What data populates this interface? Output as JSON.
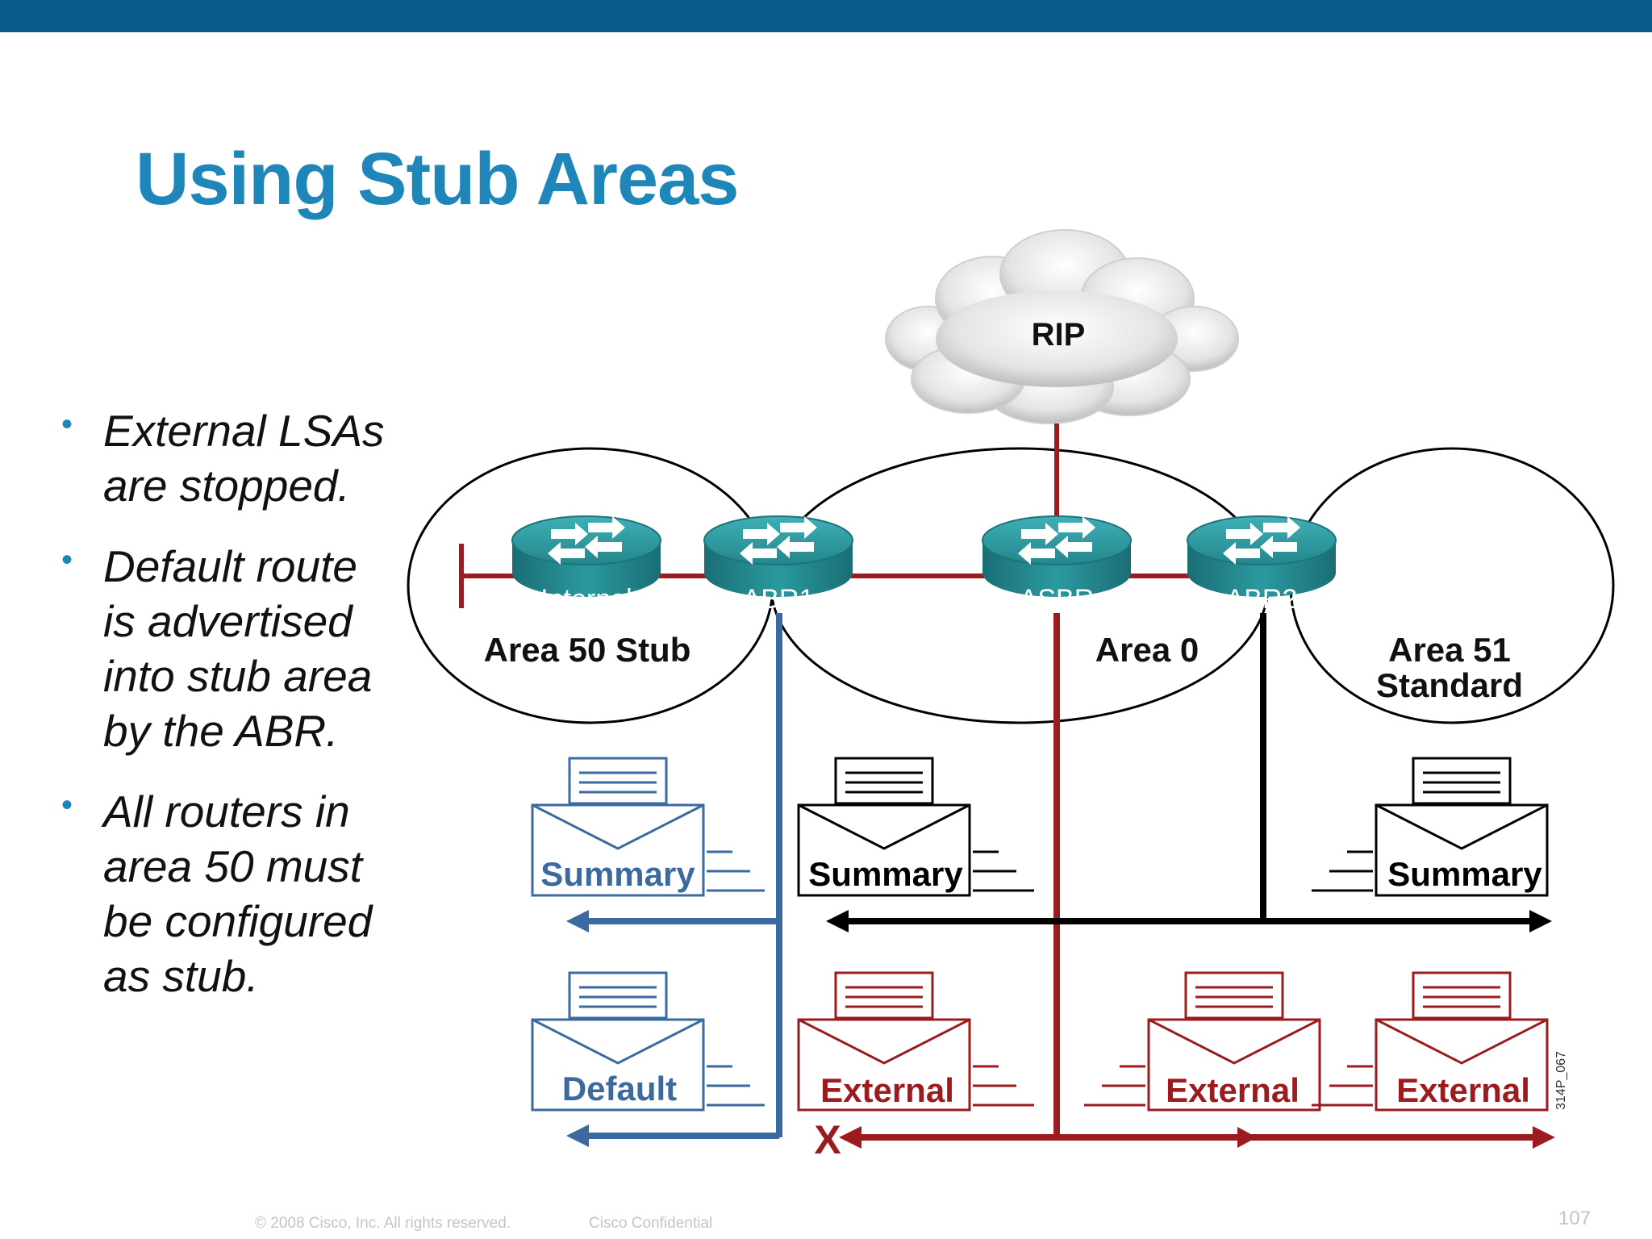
{
  "slide": {
    "title": "Using Stub Areas",
    "bullets": [
      "External LSAs\nare stopped.",
      "Default route\nis advertised\ninto stub area\nby the ABR.",
      "All routers in\narea 50 must\nbe configured\nas stub."
    ],
    "bullet_glyph": "•",
    "footer_copyright": "© 2008 Cisco, Inc. All rights reserved.",
    "footer_confidential": "Cisco Confidential",
    "page_number": "107"
  },
  "diagram": {
    "cloud_label": "RIP",
    "routers": {
      "internal": "Internal",
      "abr1": "ABR1",
      "asbr": "ASBR",
      "abr2": "ABR2"
    },
    "areas": {
      "area50_label": "Area 50 Stub",
      "area0_label": "Area 0",
      "area51_line1": "Area 51",
      "area51_line2": "Standard"
    },
    "lsa_envelopes": {
      "summary_stub": "Summary",
      "summary_area0": "Summary",
      "summary_area51": "Summary",
      "default_stub": "Default",
      "external_area0": "External",
      "external_abr2": "External",
      "external_area51": "External"
    },
    "blocked_marker": "X",
    "figure_id": "314P_067",
    "colors": {
      "stub_blue": "#3a6aa0",
      "external_red": "#9b1b1f",
      "standard_black": "#000000",
      "router_teal": "#2a8f95",
      "title_blue": "#1e86b8",
      "top_bar": "#0b5b8a"
    }
  }
}
